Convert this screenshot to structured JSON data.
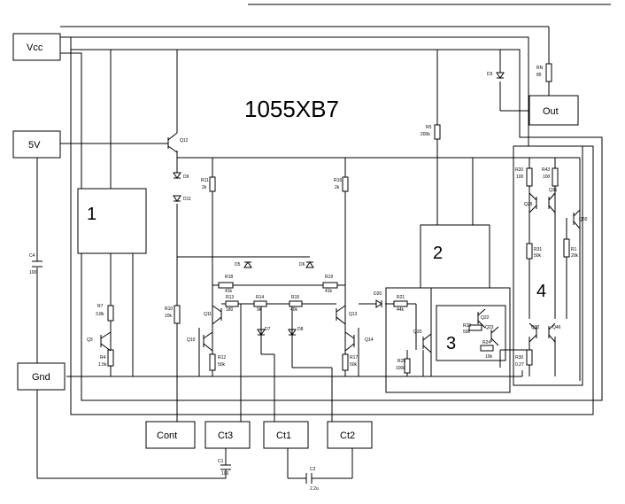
{
  "title": "1055XB7",
  "blocks": {
    "b1": "1",
    "b2": "2",
    "b3": "3",
    "b4": "4"
  },
  "terminals": {
    "vcc": "Vcc",
    "v5": "5V",
    "gnd": "Gnd",
    "out": "Out",
    "cont": "Cont",
    "ct3": "Ct3",
    "ct1": "Ct1",
    "ct2": "Ct2"
  },
  "components": {
    "rn": "RN",
    "rn_v": "85",
    "d3": "D3",
    "r5": "R5",
    "r5_v": "200k",
    "q12": "Q12",
    "d9": "D9",
    "d11": "D11",
    "r11": "R11",
    "r11_v": "2k",
    "r16": "R16",
    "r16_v": "2k",
    "c4": "C4",
    "c4_v": "100",
    "d5": "D5",
    "d6": "D6",
    "r18": "R18",
    "r18_v": "41k",
    "r19": "R19",
    "r19_v": "41k",
    "r13": "R13",
    "r13_v": "180",
    "r14": "R14",
    "r14_v": "9k",
    "r15": "R15",
    "r15_v": "40k",
    "r7": "R7",
    "r7_v": "3.8k",
    "r10": "R10",
    "r10_v": "10k",
    "q11": "Q11",
    "q13": "Q13",
    "q3": "Q3",
    "q10": "Q10",
    "q14": "Q14",
    "d7": "D7",
    "d8": "D8",
    "r4": "R4",
    "r4_v": "1.5k",
    "r12": "R12",
    "r12_v": "50k",
    "r17": "R17",
    "r17_v": "50k",
    "d20": "D20",
    "r21": "R21",
    "r21_v": "44k",
    "q20": "Q20",
    "r25": "R25",
    "r25_v": "100k",
    "r20": "R20",
    "r20_v": "100",
    "r43": "R43",
    "r43_v": "100",
    "q29": "Q29",
    "q31": "Q31",
    "q60": "Q60",
    "r31": "R31",
    "r31_v": "50k",
    "r1": "R1",
    "r1_v": "20k",
    "q22": "Q22",
    "q23": "Q23",
    "r23": "R23",
    "r23_v": "50k",
    "r24": "R24",
    "r24_v": "10k",
    "q32": "Q32",
    "q46": "Q46",
    "r30": "R30",
    "r30_v": "0.27",
    "c1": "C1",
    "c1_v": "100",
    "c2": "C2",
    "c2_v": "2.2u"
  }
}
